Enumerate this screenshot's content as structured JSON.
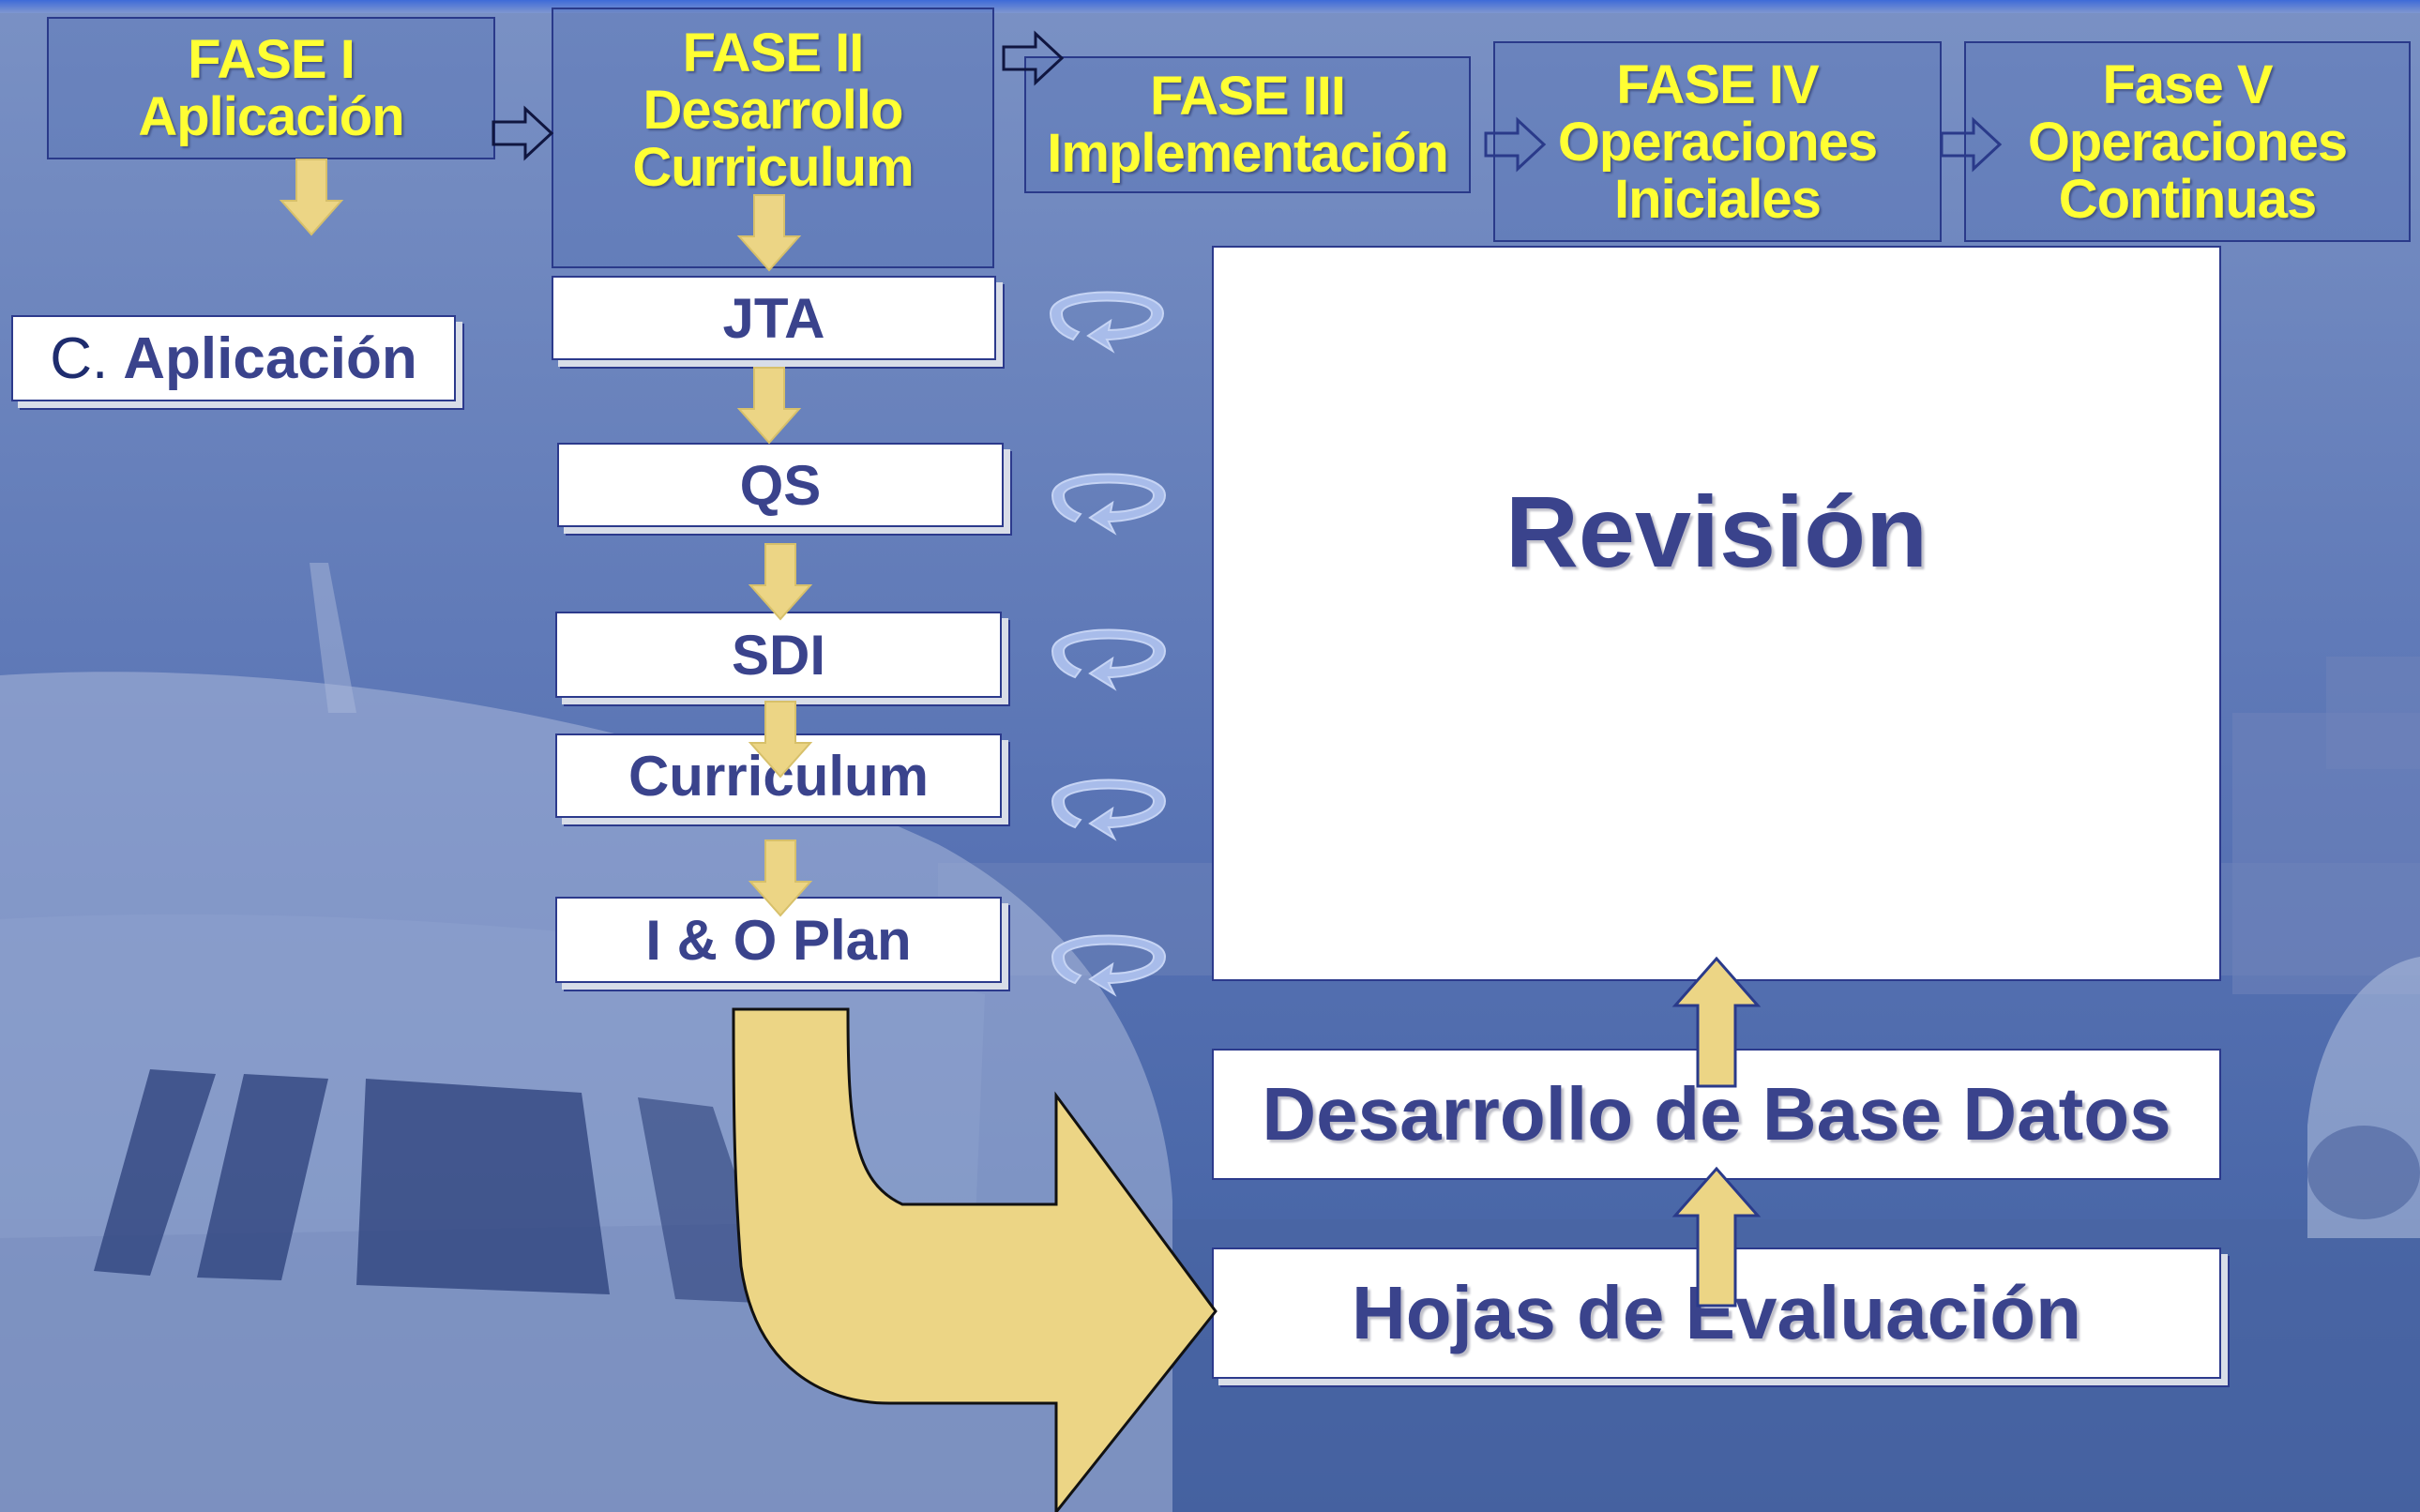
{
  "colors": {
    "background_top": "#7c93c6",
    "background_bottom": "#3f5e9f",
    "phase_text": "#ffff33",
    "box_text": "#3a438c",
    "arrow_fill": "#ecd585",
    "box_border": "#2c3a8c"
  },
  "phases": [
    {
      "label": "FASE I\nAplicación"
    },
    {
      "label": "FASE II\nDesarrollo\nCurriculum"
    },
    {
      "label": "FASE III\nImplementación"
    },
    {
      "label": "FASE IV\nOperaciones\nIniciales"
    },
    {
      "label": "Fase V\nOperaciones\nContinuas"
    }
  ],
  "aplicacion_box": {
    "prefix": "C.",
    "label": "Aplicación"
  },
  "steps": [
    "JTA",
    "QS",
    "SDI",
    "Curriculum",
    "I & O Plan"
  ],
  "right_boxes": {
    "revision": "Revisión",
    "base_datos": "Desarrollo de Base Datos",
    "hojas": "Hojas de Evaluación"
  },
  "icons": {
    "down_arrow": "down-arrow-icon",
    "right_arrow": "right-arrow-icon",
    "cycle": "cycle-icon",
    "big_curved_arrow": "curved-arrow-icon",
    "up_arrow": "up-arrow-icon"
  }
}
